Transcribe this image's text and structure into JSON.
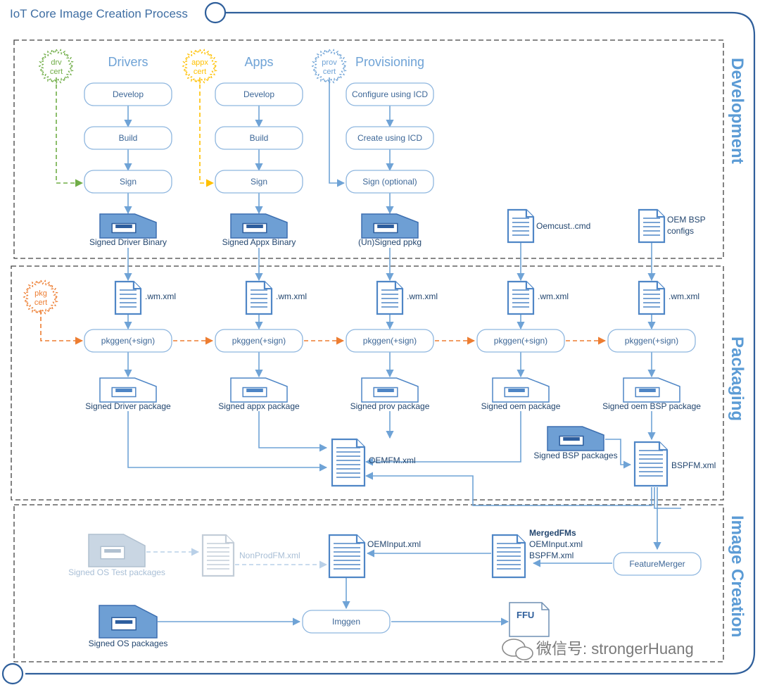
{
  "title": "IoT Core Image Creation Process",
  "sections": {
    "development": "Development",
    "packaging": "Packaging",
    "image_creation": "Image Creation"
  },
  "columns": {
    "drivers": {
      "heading": "Drivers",
      "cert": [
        "drv",
        "cert"
      ],
      "steps": [
        "Develop",
        "Build",
        "Sign"
      ],
      "binary": "Signed Driver Binary",
      "package": "Signed Driver package"
    },
    "apps": {
      "heading": "Apps",
      "cert": [
        "appx",
        "cert"
      ],
      "steps": [
        "Develop",
        "Build",
        "Sign"
      ],
      "binary": "Signed Appx Binary",
      "package": "Signed appx package"
    },
    "provisioning": {
      "heading": "Provisioning",
      "cert": [
        "prov",
        "cert"
      ],
      "steps": [
        "Configure using ICD",
        "Create using ICD",
        "Sign (optional)"
      ],
      "binary": "(Un)Signed ppkg",
      "package": "Signed prov package"
    },
    "oem": {
      "doc": "Oemcust..cmd",
      "package": "Signed oem package"
    },
    "bsp": {
      "doc": [
        "OEM BSP",
        "configs"
      ],
      "package": "Signed oem BSP package"
    }
  },
  "packaging": {
    "cert": [
      "pkg",
      "cert"
    ],
    "wm_xml": ".wm.xml",
    "pkggen": "pkggen(+sign)",
    "oemfm": "OEMFM.xml",
    "bsp_packages": "Signed BSP packages",
    "bspfm": "BSPFM.xml"
  },
  "image_creation": {
    "os_test_packages": "Signed OS Test packages",
    "nonprodfm": "NonProdFM.xml",
    "oeminput": "OEMInput.xml",
    "merged": [
      "MergedFMs",
      "OEMInput.xml",
      "BSPFM.xml"
    ],
    "featuremerger": "FeatureMerger",
    "os_packages": "Signed OS packages",
    "imggen": "Imggen",
    "ffu": "FFU"
  },
  "watermark": "微信号: strongerHuang",
  "colors": {
    "accent": "#5b9bd5",
    "drv_cert": "#70ad47",
    "appx_cert": "#ffc000",
    "prov_cert": "#6fa3d6",
    "pkg_cert": "#ed7d31"
  }
}
